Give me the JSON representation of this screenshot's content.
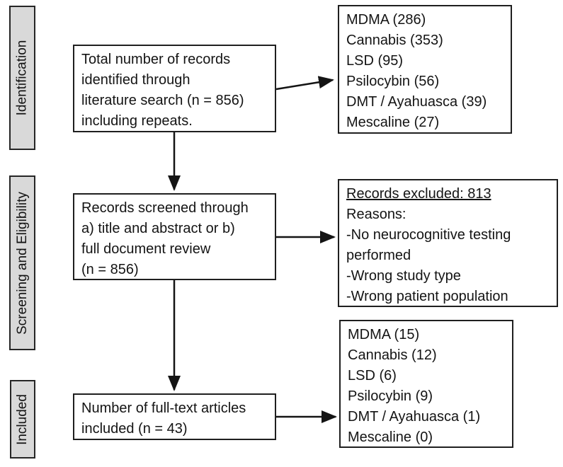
{
  "figure": {
    "stages": [
      {
        "label": "Identification"
      },
      {
        "label": "Screening and Eligibility"
      },
      {
        "label": "Included"
      }
    ],
    "boxes": {
      "records_identified": {
        "lines": [
          "Total number of records",
          "identified through",
          "literature search (n = 856)",
          "including repeats."
        ]
      },
      "identified_by_drug": {
        "items": [
          "MDMA (286)",
          "Cannabis (353)",
          "LSD (95)",
          "Psilocybin (56)",
          "DMT / Ayahuasca (39)",
          "Mescaline (27)"
        ]
      },
      "records_screened": {
        "lines": [
          "Records screened through",
          "a) title and abstract or b)",
          "full document review",
          "(n = 856)"
        ]
      },
      "records_excluded": {
        "title": "Records excluded: 813",
        "subtitle": "Reasons:",
        "reasons": [
          "-No neurocognitive testing performed",
          "-Wrong study type",
          "-Wrong patient population"
        ]
      },
      "full_text_included": {
        "lines": [
          "Number of full-text articles",
          "included (n = 43)"
        ]
      },
      "included_by_drug": {
        "items": [
          "MDMA (15)",
          "Cannabis (12)",
          "LSD (6)",
          "Psilocybin (9)",
          "DMT / Ayahuasca (1)",
          "Mescaline (0)"
        ]
      }
    },
    "colors": {
      "stage_fill": "#d9d9d9",
      "border": "#1f1f1f",
      "text": "#141414",
      "background": "#ffffff"
    }
  }
}
